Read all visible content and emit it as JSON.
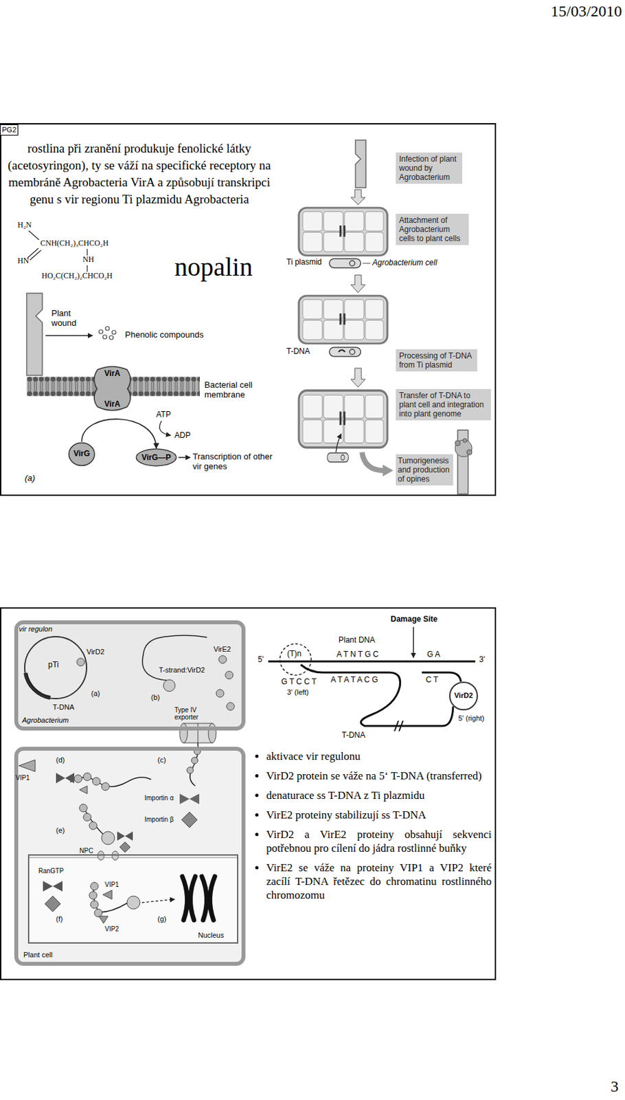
{
  "diagram": {
    "nodes": [
      {
        "text": [
          "rostlina při zranění produkuje fenolické látky (acetosyringon), ty se váží na specifické receptory na membráně Agrobacteria VirA a způsobují transkripci genu s vir regionu Ti plazmidu Agrobacteria"
        ]
      },
      {
        "text": [
          "PG2"
        ],
        "in": 0
      },
      {
        "text": [
          "VirA",
          "VirA"
        ],
        "in": 0
      },
      {
        "text": [
          "VirG"
        ],
        "in": 0
      },
      {
        "text": [
          "VirG—P"
        ],
        "in": 0
      },
      {
        "text": [
          "Infection of plant wound by Agrobacterium"
        ],
        "in": 0
      },
      {
        "text": [
          "Attachment of Agrobacterium cells to plant cells"
        ],
        "in": 0
      },
      {
        "text": [
          "Processing of T-DNA from Ti plasmid"
        ],
        "in": 0
      },
      {
        "text": [
          "Transfer of T-DNA to plant cell and integration into plant genome"
        ],
        "in": 0
      },
      {
        "text": [
          "Tumorigenesis and production of opines"
        ],
        "in": 0
      },
      {
        "text": [
          "aktivace vir regulonu",
          "VirD2 protein se váže na 5‘ T-DNA (transferred)",
          "denaturace ss T-DNA z Ti plazmidu",
          "VirE2 proteiny stabilizují ss T-DNA",
          "VirD2 a VirE2 proteiny obsahují sekvenci potřebnou pro cílení do jádra rostlinné buňky",
          "VirE2 se váže na proteiny VIP1 a VIP2 které zacílí T-DNA řetězec do chromatinu rostlinného chromozomu"
        ]
      },
      {
        "text": [
          "vir regulon",
          "Agrobacterium"
        ],
        "in": 10
      },
      {
        "text": [
          "pTi"
        ],
        "in": 11
      },
      {
        "text": [
          "Plant cell"
        ],
        "in": 10
      },
      {
        "text": [
          "Nucleus"
        ],
        "in": 13
      },
      {
        "text": [
          "VirD2"
        ],
        "in": 10
      }
    ],
    "edges": [
      {
        "from": 3,
        "to": 4,
        "arrow": "to"
      }
    ],
    "labels": [
      "15/03/2010",
      "H₂N",
      "CNH(CH₂)₃CHCO₂H",
      "HN",
      "NH",
      "HO₂C(CH₂)₂CHCO₂H",
      "nopalin",
      "Plant wound",
      "Phenolic compounds",
      "Bacterial cell membrane",
      "ATP",
      "ADP",
      "Transcription of other vir genes",
      "(a)",
      "Ti plasmid",
      "Agrobacterium cell",
      "T-DNA",
      "VirD2",
      "T-DNA",
      "(a)",
      "T-strand:VirD2",
      "VirE2",
      "(b)",
      "Type IV exporter",
      "VIP1",
      "(d)",
      "(c)",
      "Importin α",
      "Importin β",
      "(e)",
      "NPC",
      "RanGTP",
      "VIP1",
      "VIP2",
      "(f)",
      "(g)",
      "Damage Site",
      "Plant DNA",
      "5'",
      "3'",
      "(T)n",
      "A T N T G C",
      "G A",
      "G T C C T",
      "A T A T A C G",
      "C T",
      "3' (left)",
      "T-DNA",
      "5' (right)",
      "3"
    ]
  }
}
